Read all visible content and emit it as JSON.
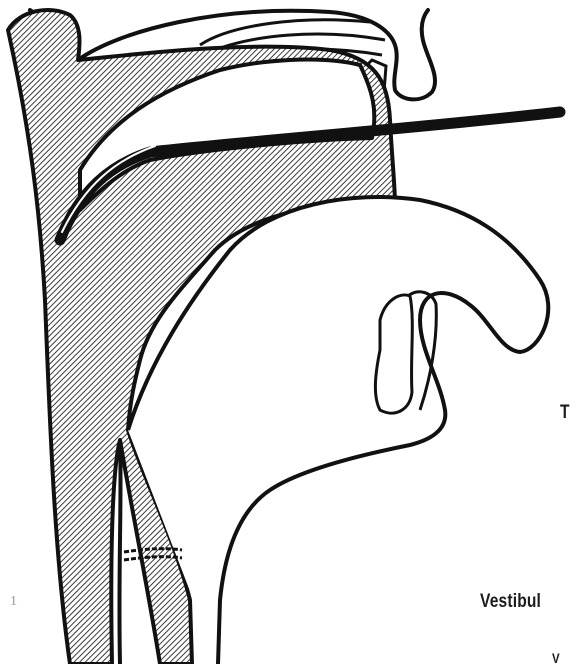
{
  "labels": {
    "right_middle": "T",
    "bottom": "Vestibul",
    "bottom_edge": "V"
  },
  "corner_mark": "1",
  "colors": {
    "ink": "#111111",
    "hatch_fill": "#a9a9a9",
    "background": "#ffffff"
  }
}
